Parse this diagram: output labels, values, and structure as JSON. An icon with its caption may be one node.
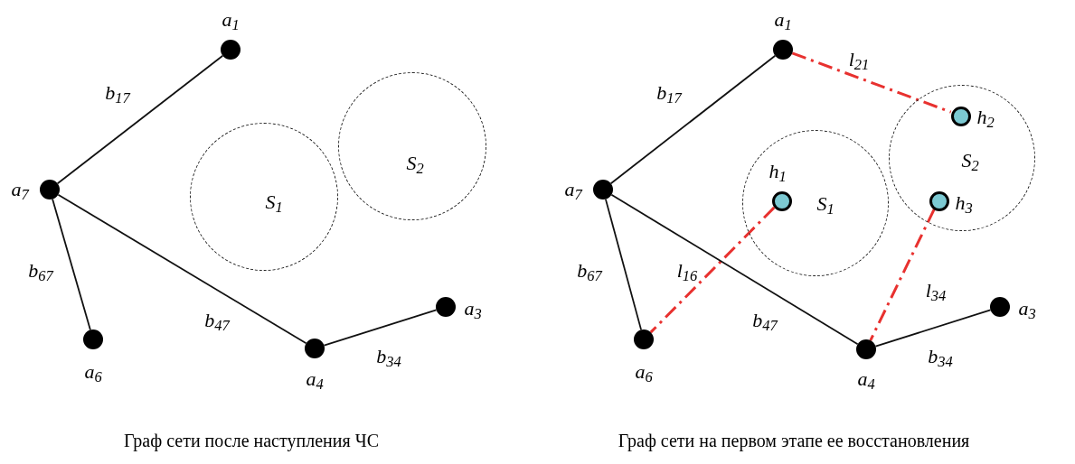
{
  "diagram": {
    "nodes": [
      {
        "text": [],
        "shape": "circle",
        "beside": [
          "a$_{1}$"
        ]
      },
      {
        "text": [],
        "shape": "circle",
        "beside": [
          "a$_{7}$"
        ]
      },
      {
        "text": [
          "S$_{1}$"
        ]
      },
      {
        "text": [
          "S$_{2}$"
        ]
      },
      {
        "text": [],
        "shape": "circle",
        "beside": [
          "a$_{6}$"
        ]
      },
      {
        "text": [],
        "shape": "circle",
        "beside": [
          "a$_{4}$"
        ]
      },
      {
        "text": [],
        "shape": "circle",
        "beside": [
          "a$_{3}$"
        ]
      },
      {
        "text": [],
        "shape": "circle",
        "beside": [
          "a$_{1}$"
        ]
      },
      {
        "text": [],
        "shape": "circle",
        "beside": [
          "a$_{7}$"
        ]
      },
      {
        "text": [
          "S$_{1}$"
        ]
      },
      {
        "text": [],
        "shape": "circle",
        "beside": [
          "h$_{1}$"
        ],
        "in": 9
      },
      {
        "text": [
          "S$_{2}$"
        ]
      },
      {
        "text": [],
        "shape": "circle",
        "beside": [
          "h$_{2}$"
        ],
        "in": 11
      },
      {
        "text": [],
        "shape": "circle",
        "beside": [
          "h$_{3}$"
        ],
        "in": 11
      },
      {
        "text": [],
        "shape": "circle",
        "beside": [
          "a$_{6}$"
        ]
      },
      {
        "text": [],
        "shape": "circle",
        "beside": [
          "a$_{4}$"
        ]
      },
      {
        "text": [],
        "shape": "circle",
        "beside": [
          "a$_{3}$"
        ]
      }
    ],
    "edges": [
      {
        "from": 0,
        "to": 1,
        "arrow": "none",
        "label": "b$_{17}$"
      },
      {
        "from": 1,
        "to": 4,
        "arrow": "none",
        "label": "b$_{67}$"
      },
      {
        "from": 1,
        "to": 5,
        "arrow": "none",
        "label": "b$_{47}$"
      },
      {
        "from": 5,
        "to": 6,
        "arrow": "none",
        "label": "b$_{34}$"
      },
      {
        "from": 7,
        "to": 8,
        "arrow": "none",
        "label": "b$_{17}$"
      },
      {
        "from": 7,
        "to": 12,
        "arrow": "none",
        "label": "l$_{21}$",
        "style": "dashed",
        "color": "#e8312f"
      },
      {
        "from": 8,
        "to": 14,
        "arrow": "none",
        "label": "b$_{67}$"
      },
      {
        "from": 10,
        "to": 14,
        "arrow": "none",
        "label": "l$_{16}$",
        "style": "dashed",
        "color": "#e8312f"
      },
      {
        "from": 8,
        "to": 15,
        "arrow": "none",
        "label": "b$_{47}$"
      },
      {
        "from": 13,
        "to": 15,
        "arrow": "none",
        "label": "l$_{34}$",
        "style": "dashed",
        "color": "#e8312f"
      },
      {
        "from": 15,
        "to": 16,
        "arrow": "none",
        "label": "b$_{34}$"
      }
    ],
    "labels": [
      "Граф сети после наступления ЧС",
      "Граф сети на первом этапе ее восстановления"
    ]
  }
}
